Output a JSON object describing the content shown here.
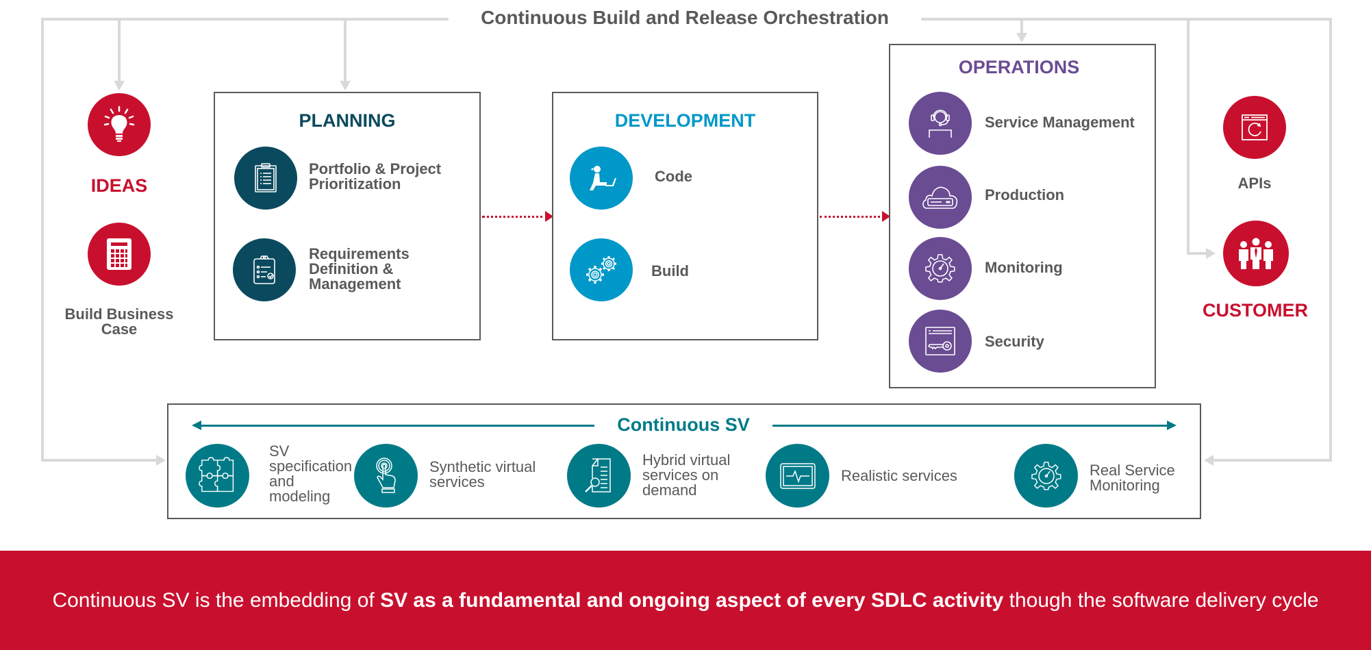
{
  "orchestration": {
    "title": "Continuous Build and Release Orchestration"
  },
  "ideas": {
    "title": "IDEAS",
    "items": [
      {
        "icon": "lightbulb-icon",
        "label": ""
      },
      {
        "icon": "calculator-icon",
        "label": "Build Business\nCase"
      }
    ]
  },
  "planning": {
    "title": "PLANNING",
    "items": [
      {
        "icon": "clipboard-list-icon",
        "label": "Portfolio & Project\nPrioritization"
      },
      {
        "icon": "clipboard-check-icon",
        "label": "Requirements\nDefinition  &\nManagement"
      }
    ]
  },
  "development": {
    "title": "DEVELOPMENT",
    "items": [
      {
        "icon": "developer-laptop-icon",
        "label": "Code"
      },
      {
        "icon": "gears-icon",
        "label": "Build"
      }
    ]
  },
  "operations": {
    "title": "OPERATIONS",
    "items": [
      {
        "icon": "headset-agent-icon",
        "label": "Service Management"
      },
      {
        "icon": "cloud-server-icon",
        "label": "Production"
      },
      {
        "icon": "gear-gauge-icon",
        "label": "Monitoring"
      },
      {
        "icon": "window-key-icon",
        "label": "Security"
      }
    ]
  },
  "customer": {
    "title": "CUSTOMER",
    "apis_label": "APIs",
    "apis_icon": "browser-refresh-icon",
    "customer_icon": "people-group-icon"
  },
  "continuous_sv": {
    "title": "Continuous SV",
    "items": [
      {
        "icon": "puzzle-icon",
        "label": "SV\nspecification\nand\nmodeling"
      },
      {
        "icon": "touch-hand-icon",
        "label": "Synthetic virtual\nservices"
      },
      {
        "icon": "document-search-icon",
        "label": "Hybrid virtual\nservices on\ndemand"
      },
      {
        "icon": "monitor-pulse-icon",
        "label": "Realistic services"
      },
      {
        "icon": "gear-gauge-icon",
        "label": "Real Service\nMonitoring"
      }
    ]
  },
  "banner": {
    "text_prefix": "Continuous SV is the embedding of ",
    "text_bold": "SV as a fundamental and ongoing aspect of every SDLC activity",
    "text_suffix": " though the software delivery cycle"
  },
  "colors": {
    "red": "#c8102e",
    "navy": "#0b4a5e",
    "blue": "#0098c8",
    "purple": "#6a4c93",
    "teal": "#007a87",
    "gray_text": "#595959",
    "connector": "#d9d9d9"
  }
}
